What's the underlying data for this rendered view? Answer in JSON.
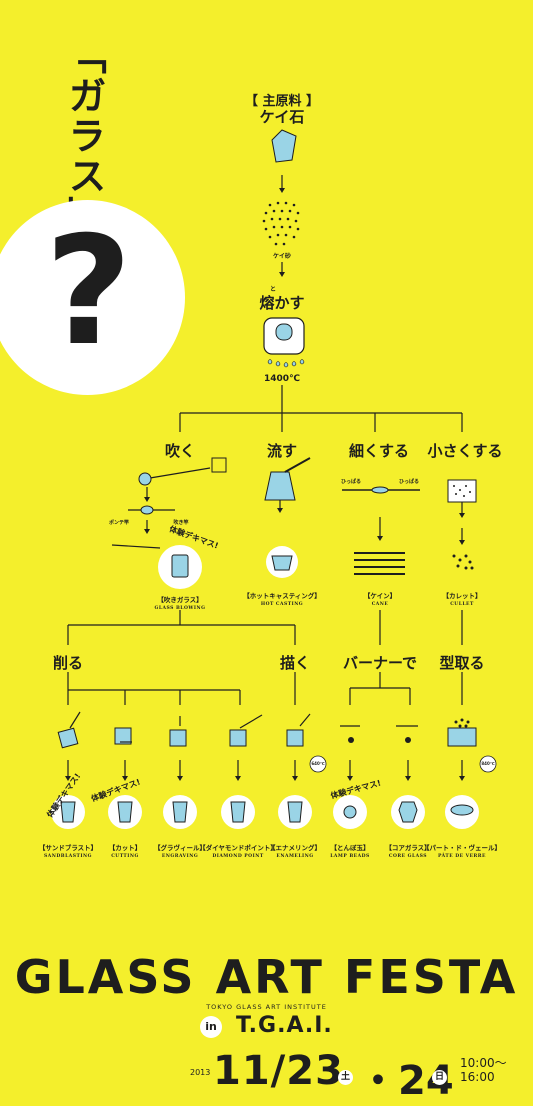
{
  "title_vertical": "「ガラス」って",
  "question_mark": "?",
  "steps": {
    "raw_material_bracket": "【 主原料 】",
    "raw_material": "ケイ石",
    "sand_label": "ケイ砂",
    "melt_ruby": "と",
    "melt": "熔かす",
    "temperature": "1400℃"
  },
  "branches": {
    "blow": "吹く",
    "pour": "流す",
    "thin": "細くする",
    "small": "小さくする",
    "pull_left": "ひっぱる",
    "pull_right": "ひっぱる",
    "pontil": "ポンテ竿",
    "blowpipe": "吹き竿"
  },
  "techniques": [
    {
      "jp": "【吹きガラス】",
      "en": "GLASS BLOWING"
    },
    {
      "jp": "【ホットキャスティング】",
      "en": "HOT CASTING"
    },
    {
      "jp": "【ケイン】",
      "en": "CANE"
    },
    {
      "jp": "【カレット】",
      "en": "CULLET"
    }
  ],
  "methods": {
    "carve": "削る",
    "draw": "描く",
    "burner": "バーナーで",
    "mold": "型取る"
  },
  "temps": [
    "640℃",
    "840℃"
  ],
  "experience_badge": "体験デキマス!",
  "products": [
    {
      "jp": "【サンドブラスト】",
      "en": "SANDBLASTING"
    },
    {
      "jp": "【カット】",
      "en": "CUTTING"
    },
    {
      "jp": "【グラヴィール】",
      "en": "ENGRAVING"
    },
    {
      "jp": "【ダイヤモンドポイント】",
      "en": "DIAMOND POINT"
    },
    {
      "jp": "【エナメリング】",
      "en": "ENAMELING"
    },
    {
      "jp": "【とんぼ玉】",
      "en": "LAMP BEADS"
    },
    {
      "jp": "【コアガラス】",
      "en": "CORE GLASS"
    },
    {
      "jp": "【パート・ド・ヴェール】",
      "en": "PÂTE DE VERRE"
    }
  ],
  "event": {
    "name": "GLASS ART FESTA",
    "institute": "TOKYO GLASS ART INSTITUTE",
    "in": "in",
    "venue": "T.G.A.I.",
    "year": "2013",
    "date_main": "11/23",
    "day1": "土",
    "date_second": "・24",
    "day2": "日",
    "time_start": "10:00〜",
    "time_end": "16:00"
  },
  "colors": {
    "background": "#f4ef2c",
    "glass_blue": "#9ad4e6",
    "ink": "#1e1e1e"
  }
}
